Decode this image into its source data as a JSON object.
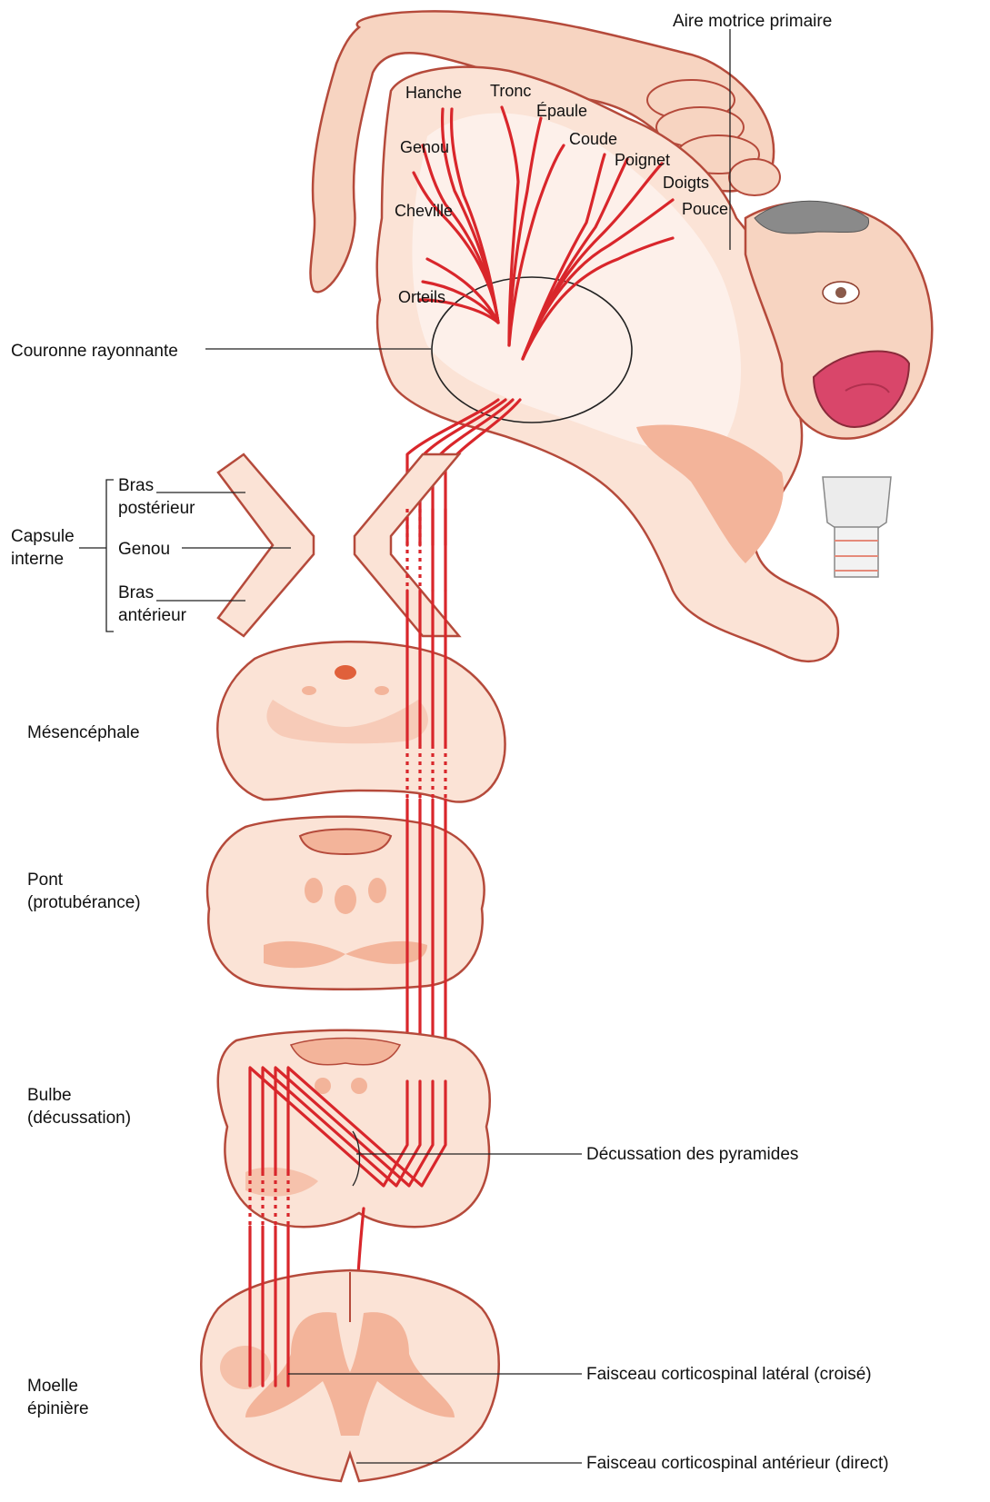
{
  "labels": {
    "aire_motrice": "Aire motrice primaire",
    "hanche": "Hanche",
    "tronc": "Tronc",
    "epaule": "Épaule",
    "coude": "Coude",
    "genou_homoncule": "Genou",
    "poignet": "Poignet",
    "doigts": "Doigts",
    "pouce": "Pouce",
    "cheville": "Cheville",
    "orteils": "Orteils",
    "couronne": "Couronne rayonnante",
    "capsule_line1": "Capsule",
    "capsule_line2": "interne",
    "bras_post_line1": "Bras",
    "bras_post_line2": "postérieur",
    "genou_capsule": "Genou",
    "bras_ant_line1": "Bras",
    "bras_ant_line2": "antérieur",
    "mesencephale": "Mésencéphale",
    "pont_line1": "Pont",
    "pont_line2": "(protubérance)",
    "bulbe_line1": "Bulbe",
    "bulbe_line2": "(décussation)",
    "decussation": "Décussation des pyramides",
    "moelle_line1": "Moelle",
    "moelle_line2": "épinière",
    "lateral": "Faisceau corticospinal latéral (croisé)",
    "anterieur": "Faisceau corticospinal antérieur (direct)"
  },
  "colors": {
    "tissue": "#fbe3d6",
    "outline": "#b54a3b",
    "grey_matter": "#f3b49a",
    "tract": "#d9262b"
  }
}
